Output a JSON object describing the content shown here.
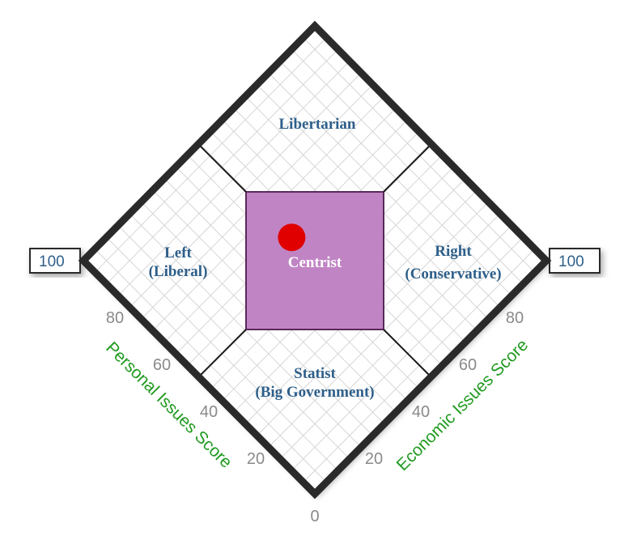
{
  "regions": {
    "top": "Libertarian",
    "left_line1": "Left",
    "left_line2": "(Liberal)",
    "center": "Centrist",
    "right_line1": "Right",
    "right_line2": "(Conservative)",
    "bottom_line1": "Statist",
    "bottom_line2": "(Big Government)"
  },
  "scores": {
    "personal_max": "100",
    "economic_max": "100"
  },
  "axes": {
    "personal_title": "Personal Issues Score",
    "economic_title": "Economic Issues Score",
    "origin_label": "0",
    "personal_ticks": [
      "20",
      "40",
      "60",
      "80"
    ],
    "economic_ticks": [
      "20",
      "40",
      "60",
      "80"
    ]
  },
  "result": {
    "personal_score": 60,
    "economic_score": 50
  },
  "colors": {
    "outline": "#2a2a2a",
    "grid": "#d6d6d6",
    "centrist_fill": "#c084c4",
    "region_text": "#2e5f8a",
    "axis_title": "#1f9a1f",
    "tick_text": "#8a8a8a",
    "marker": "#e00000"
  }
}
